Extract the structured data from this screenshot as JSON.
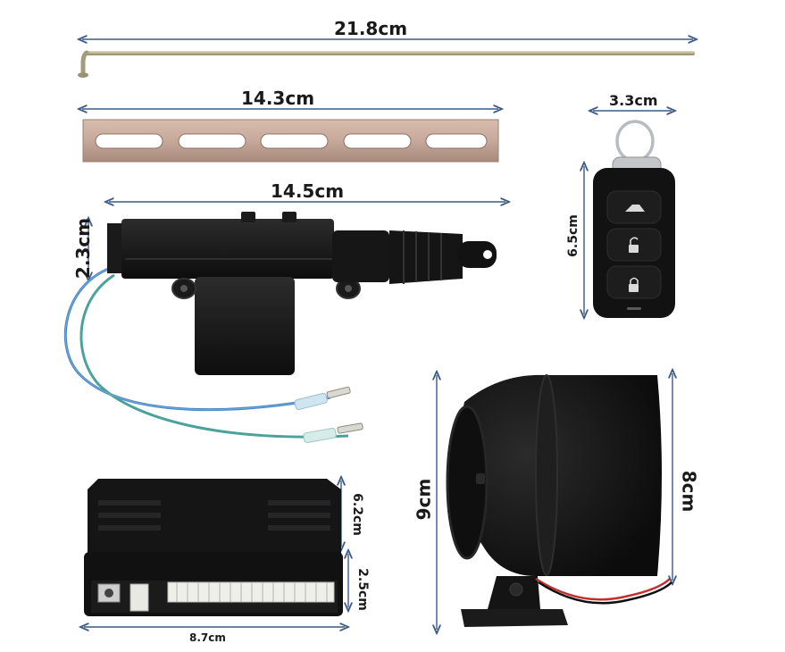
{
  "dimensions": {
    "rod_length": "21.8cm",
    "bracket_length": "14.3cm",
    "actuator_length": "14.5cm",
    "actuator_height": "2.3cm",
    "remote_width": "3.3cm",
    "remote_height": "6.5cm",
    "module_height": "6.2cm",
    "module_depth": "2.5cm",
    "module_width": "8.7cm",
    "siren_height": "9cm",
    "siren_depth": "8cm"
  },
  "colors": {
    "dimension_line": "#3b5a84",
    "rod_metal": "#b9b28e",
    "bracket_metal": "#c6a99b",
    "plastic_black": "#161616",
    "wire_blue": "#4a86c4",
    "wire_green": "#4aa29a",
    "wire_red": "#c0302e"
  }
}
